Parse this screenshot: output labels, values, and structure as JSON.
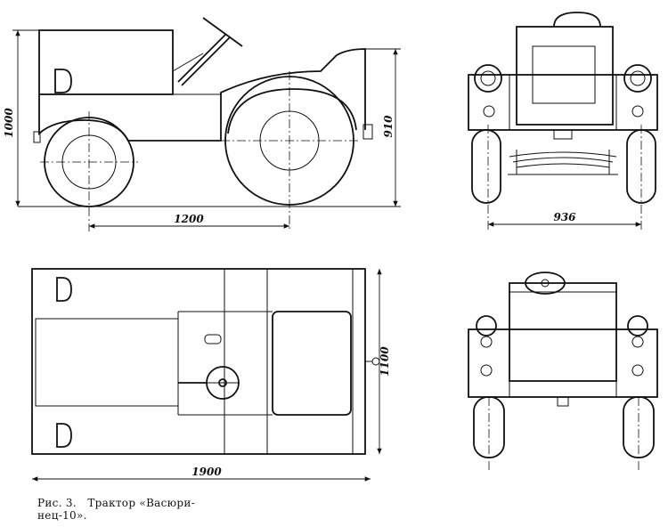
{
  "figure": {
    "caption_prefix": "Рис. 3.",
    "caption_line1": "Трактор «Васюри-",
    "caption_line2": "нец-10»."
  },
  "dimensions": {
    "height_overall": "1000",
    "height_body": "910",
    "wheelbase": "1200",
    "track_width": "936",
    "width_overall": "1100",
    "length_overall": "1900"
  }
}
